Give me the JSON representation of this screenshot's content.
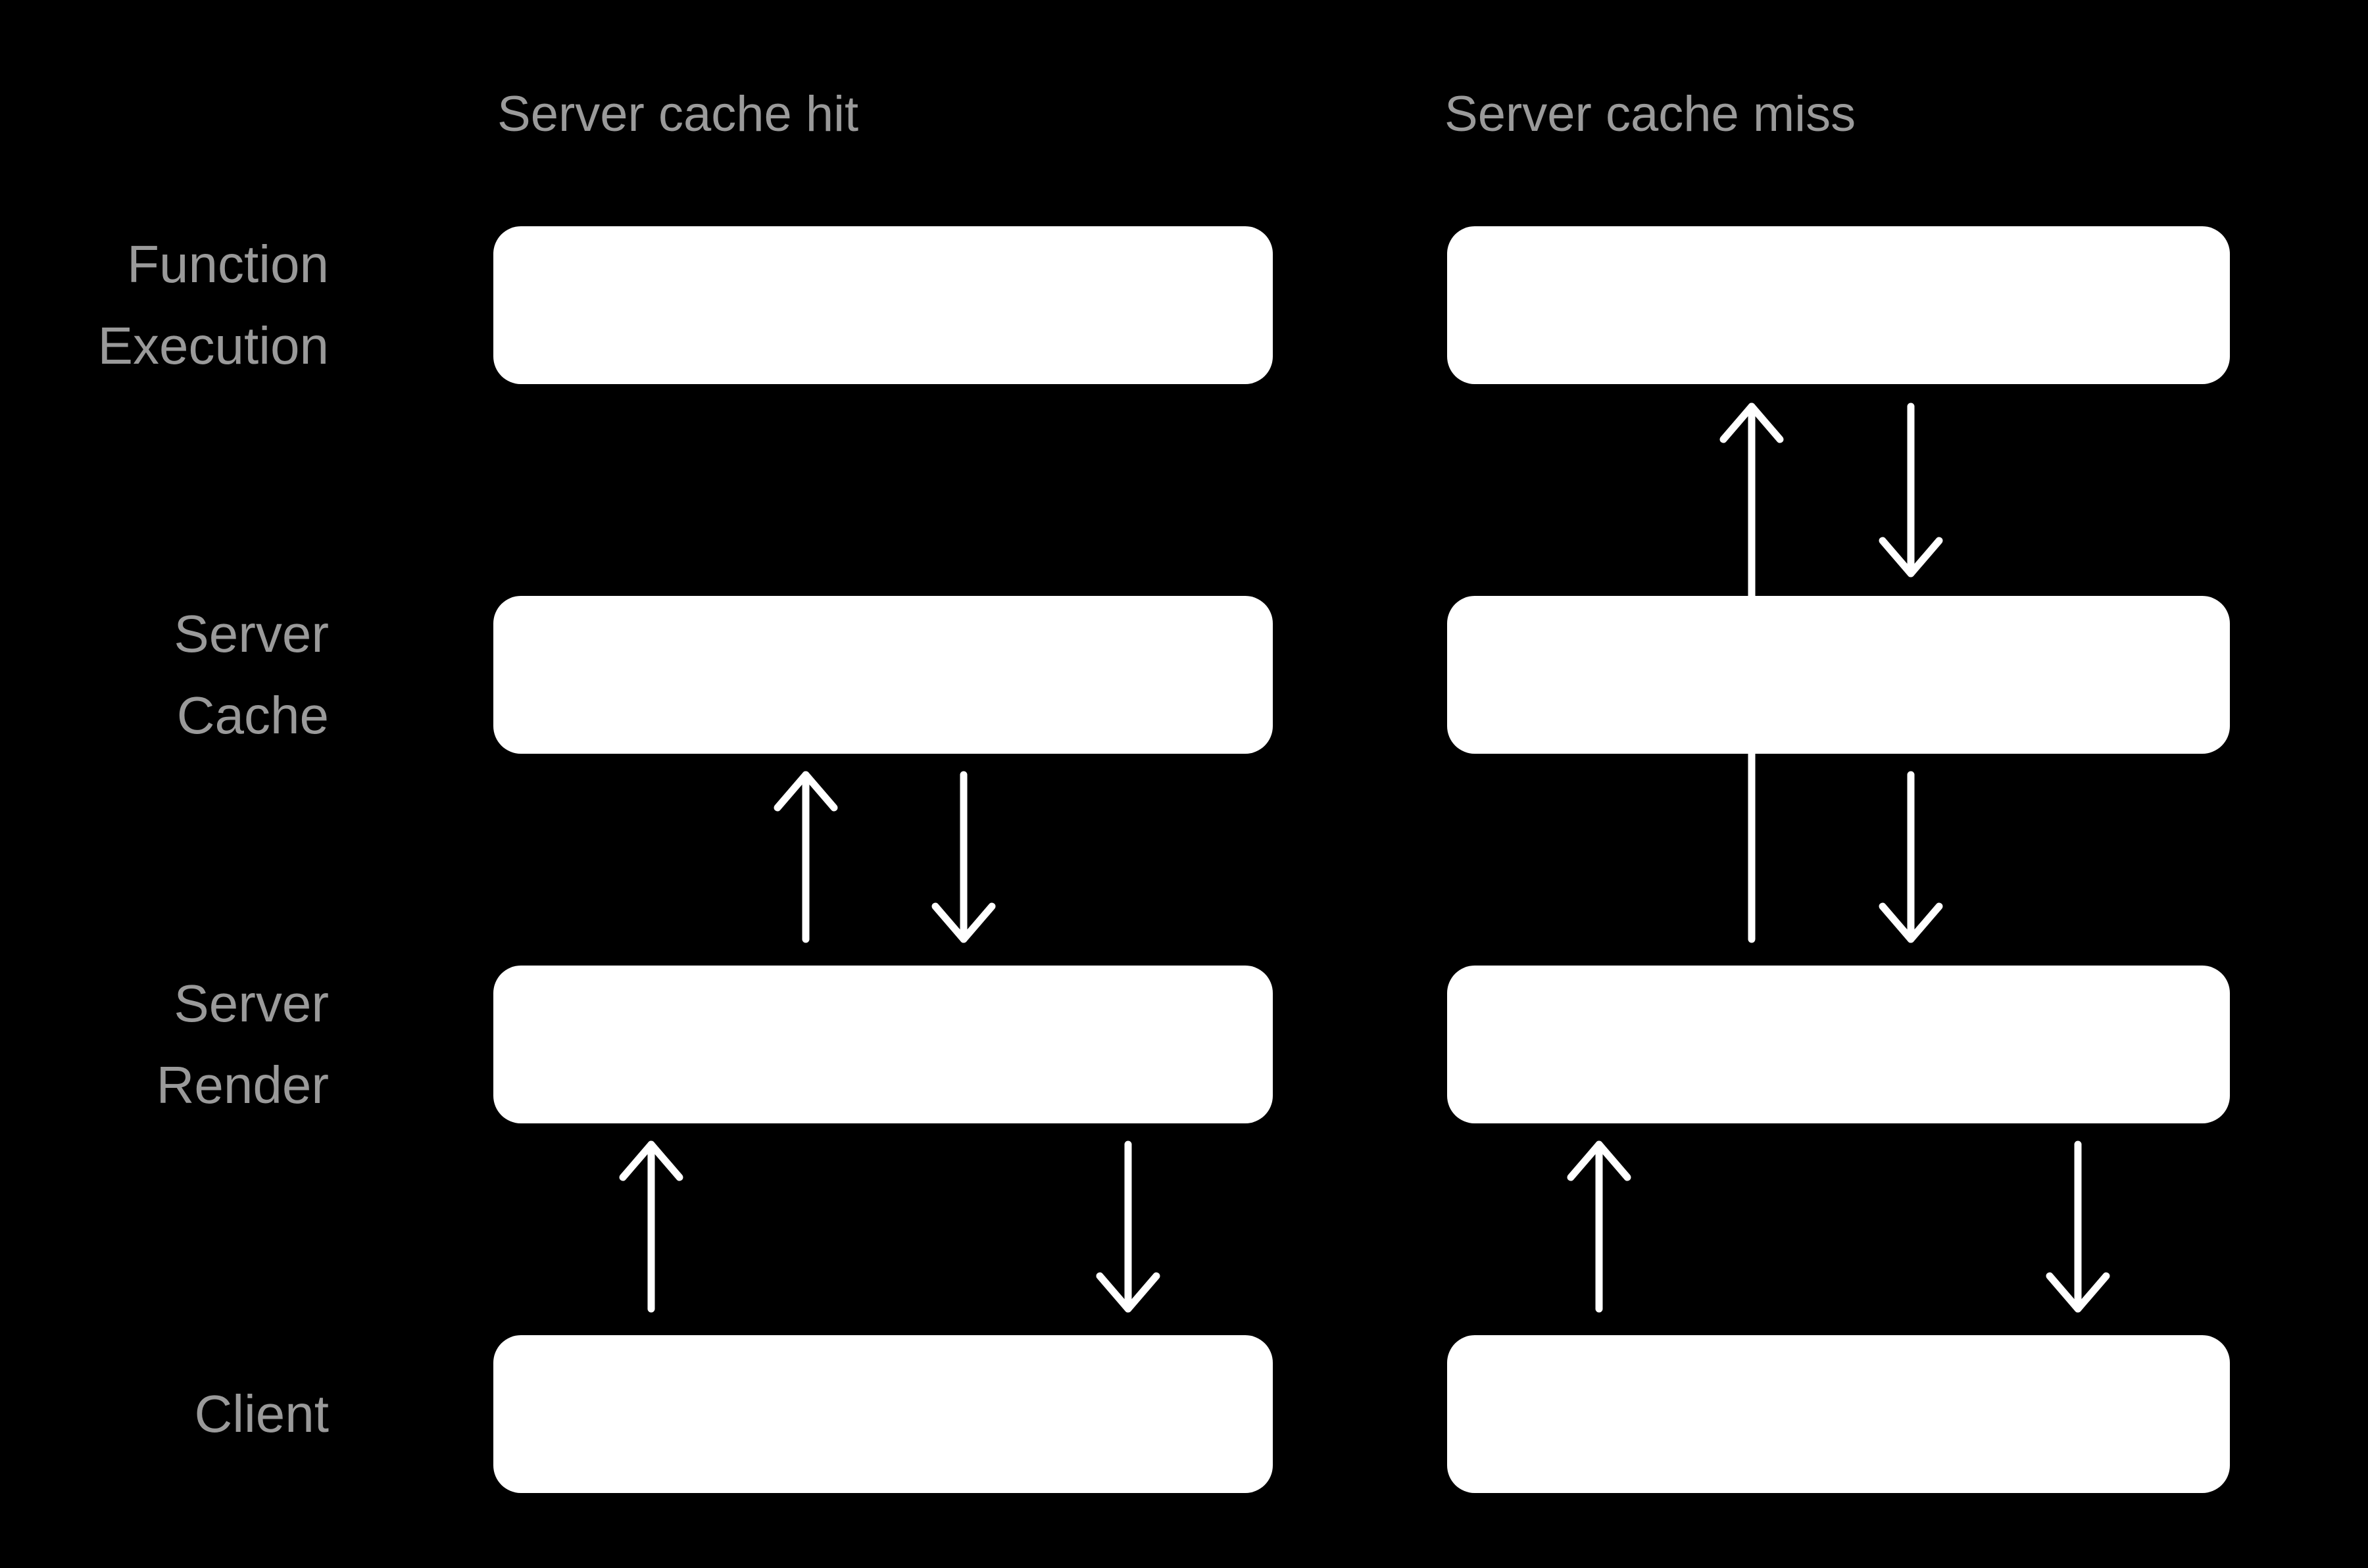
{
  "colors": {
    "background": "#000000",
    "box": "#ffffff",
    "arrow": "#ffffff",
    "muted_text": "#9a9a9a"
  },
  "diagram": {
    "columns": [
      {
        "id": "hit",
        "title": "Server cache hit"
      },
      {
        "id": "miss",
        "title": "Server cache miss"
      }
    ],
    "rows": [
      {
        "id": "function-execution",
        "lines": [
          "Function",
          "Execution"
        ]
      },
      {
        "id": "server-cache",
        "lines": [
          "Server",
          "Cache"
        ]
      },
      {
        "id": "server-render",
        "lines": [
          "Server",
          "Render"
        ]
      },
      {
        "id": "client",
        "lines": [
          "Client"
        ]
      }
    ],
    "edges": [
      {
        "column": "hit",
        "from": "server-render",
        "to": "server-cache",
        "direction": "up"
      },
      {
        "column": "hit",
        "from": "server-cache",
        "to": "server-render",
        "direction": "down"
      },
      {
        "column": "hit",
        "from": "client",
        "to": "server-render",
        "direction": "up"
      },
      {
        "column": "hit",
        "from": "server-render",
        "to": "client",
        "direction": "down"
      },
      {
        "column": "miss",
        "from": "server-render",
        "to": "function-execution",
        "direction": "up"
      },
      {
        "column": "miss",
        "from": "function-execution",
        "to": "server-cache",
        "direction": "down"
      },
      {
        "column": "miss",
        "from": "server-cache",
        "to": "server-render",
        "direction": "down"
      },
      {
        "column": "miss",
        "from": "client",
        "to": "server-render",
        "direction": "up"
      },
      {
        "column": "miss",
        "from": "server-render",
        "to": "client",
        "direction": "down"
      }
    ]
  }
}
